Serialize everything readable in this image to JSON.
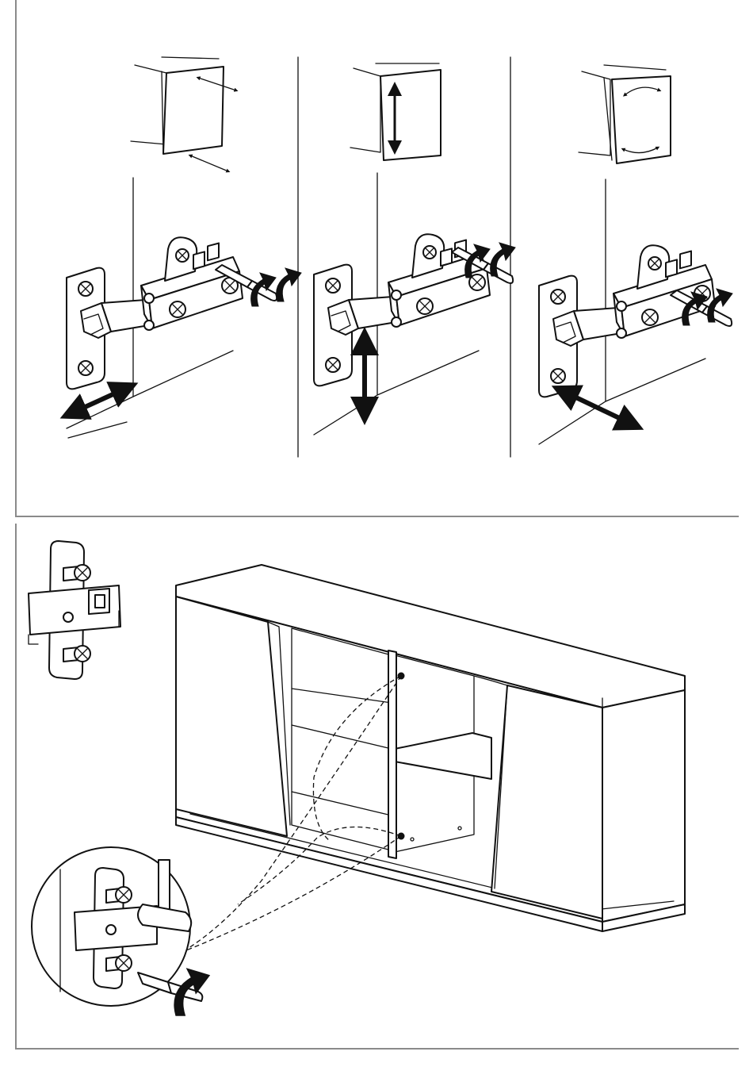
{
  "document": {
    "colors": {
      "ink": "#111111",
      "frame": "#8a8a8a",
      "paper": "#ffffff"
    },
    "panels": [
      {
        "id": "hinge-adjustment",
        "steps": [
          {
            "adjustment": "side-to-side",
            "icon": "double-arrow-horizontal-icon"
          },
          {
            "adjustment": "height",
            "icon": "double-arrow-vertical-icon"
          },
          {
            "adjustment": "depth",
            "icon": "curved-double-arrow-icon"
          }
        ]
      },
      {
        "id": "mounting-plate-installation",
        "tools": [
          "screwdriver-icon",
          "rotation-arrow-icon"
        ]
      }
    ]
  }
}
